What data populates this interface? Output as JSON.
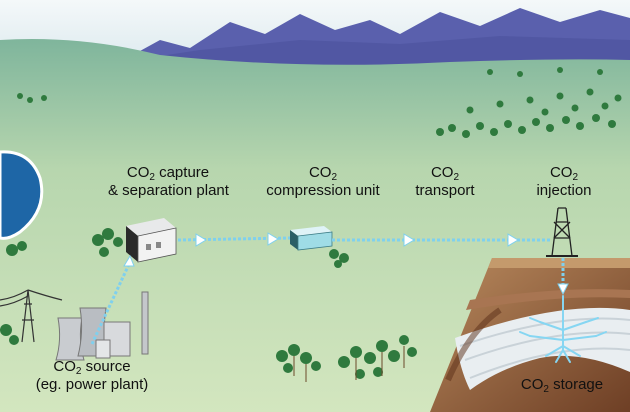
{
  "stages": {
    "capture": {
      "formula": "CO",
      "subscript": "2",
      "line1_rest": " capture",
      "line2": "& separation plant"
    },
    "compression": {
      "formula": "CO",
      "subscript": "2",
      "line1_rest": "",
      "line2": "compression unit"
    },
    "transport": {
      "formula": "CO",
      "subscript": "2",
      "line1_rest": "",
      "line2": "transport"
    },
    "injection": {
      "formula": "CO",
      "subscript": "2",
      "line1_rest": "",
      "line2": "injection"
    },
    "source": {
      "formula": "CO",
      "subscript": "2",
      "line1_rest": " source",
      "line2": "(eg. power plant)"
    },
    "storage": {
      "formula": "CO",
      "subscript": "2",
      "line1_rest": " storage"
    }
  },
  "colors": {
    "sky": "#e8f1f4",
    "mountains": "#5c63b0",
    "plain": "#c9e0b3",
    "water": "#1f69a8",
    "pipeline": "#6ec5e6",
    "soil": "#8a5a3c",
    "storage_layer": "#e7edf1"
  }
}
